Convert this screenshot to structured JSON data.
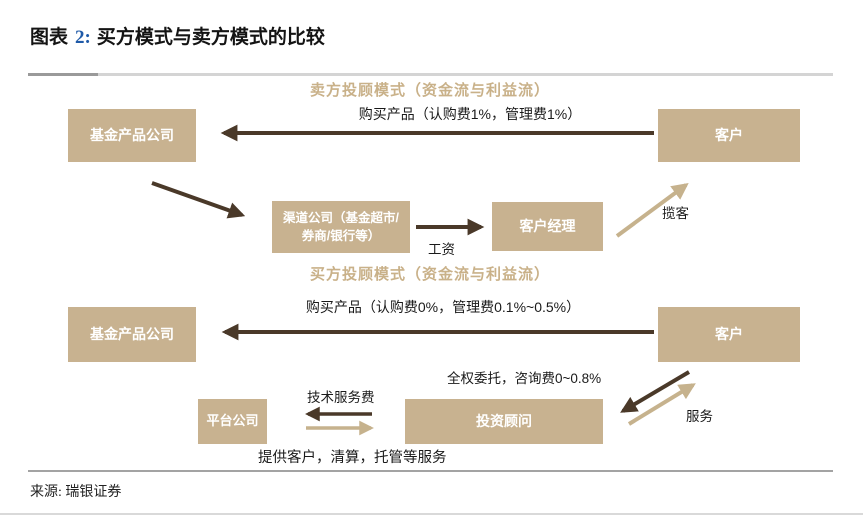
{
  "title": {
    "prefix": "图表",
    "number": "2:",
    "rest": "买方模式与卖方模式的比较"
  },
  "colors": {
    "tan_box": "#c8b290",
    "tan_text": "#c9b189",
    "tan_arrow": "#c6b28d",
    "dark_arrow": "#4a3929",
    "title_blue": "#1f5aa8"
  },
  "sell_side": {
    "header": "卖方投顾模式（资金流与利益流）",
    "purchase_label": "购买产品（认购费1%，管理费1%）",
    "fund_company_box": "基金产品公司",
    "client_box": "客户",
    "channel_company_line1": "渠道公司（基金超市/",
    "channel_company_line2": "券商/银行等）",
    "account_manager_box": "客户经理",
    "salary_label": "工资",
    "solicit_label": "揽客"
  },
  "buy_side": {
    "header": "买方投顾模式（资金流与利益流）",
    "purchase_label": "购买产品（认购费0%，管理费0.1%~0.5%）",
    "fund_company_box": "基金产品公司",
    "client_box": "客户",
    "mandate_label": "全权委托，咨询费0~0.8%",
    "tech_fee_label": "技术服务费",
    "platform_company_box": "平台公司",
    "investment_advisor_box": "投资顾问",
    "services_provided_label": "提供客户，清算，托管等服务",
    "service_label": "服务"
  },
  "source": "来源: 瑞银证券"
}
